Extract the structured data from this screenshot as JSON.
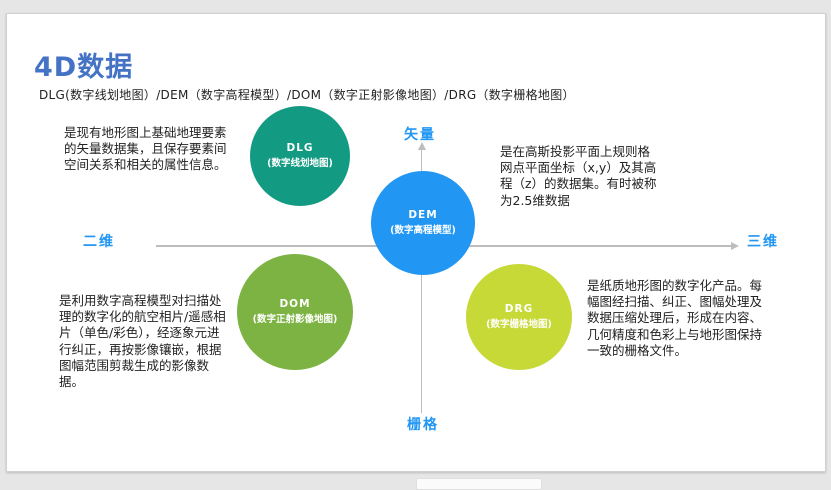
{
  "slide": {
    "title": "4D数据",
    "subtitle": "DLG(数字线划地图）/DEM（数字高程模型）/DOM（数字正射影像地图）/DRG（数字栅格地图）"
  },
  "axes": {
    "top_label": "矢量",
    "bottom_label": "栅格",
    "left_label": "二维",
    "right_label": "三维"
  },
  "nodes": {
    "dlg": {
      "abbr": "DLG",
      "full": "(数字线划地图)",
      "color": "#139a82",
      "description": "是现有地形图上基础地理要素的矢量数据集，且保存要素间空间关系和相关的属性信息。"
    },
    "dem": {
      "abbr": "DEM",
      "full": "(数字高程模型)",
      "color": "#2196f3",
      "description": "是在高斯投影平面上规则格网点平面坐标（x,y）及其高程（z）的数据集。有时被称为2.5维数据"
    },
    "dom": {
      "abbr": "DOM",
      "full": "(数字正射影像地图)",
      "color": "#7cb342",
      "description": "是利用数字高程模型对扫描处理的数字化的航空相片/遥感相片（单色/彩色），经逐象元进行纠正，再按影像镶嵌，根据图幅范围剪裁生成的影像数据。"
    },
    "drg": {
      "abbr": "DRG",
      "full": "(数字栅格地图)",
      "color": "#c6d936",
      "description": "是纸质地形图的数字化产品。每幅图经扫描、纠正、图幅处理及数据压缩处理后，形成在内容、几何精度和色彩上与地形图保持一致的栅格文件。"
    }
  },
  "colors": {
    "title": "#4472c4",
    "axis_label": "#2196f3",
    "axis_line": "#bdbdbd"
  }
}
